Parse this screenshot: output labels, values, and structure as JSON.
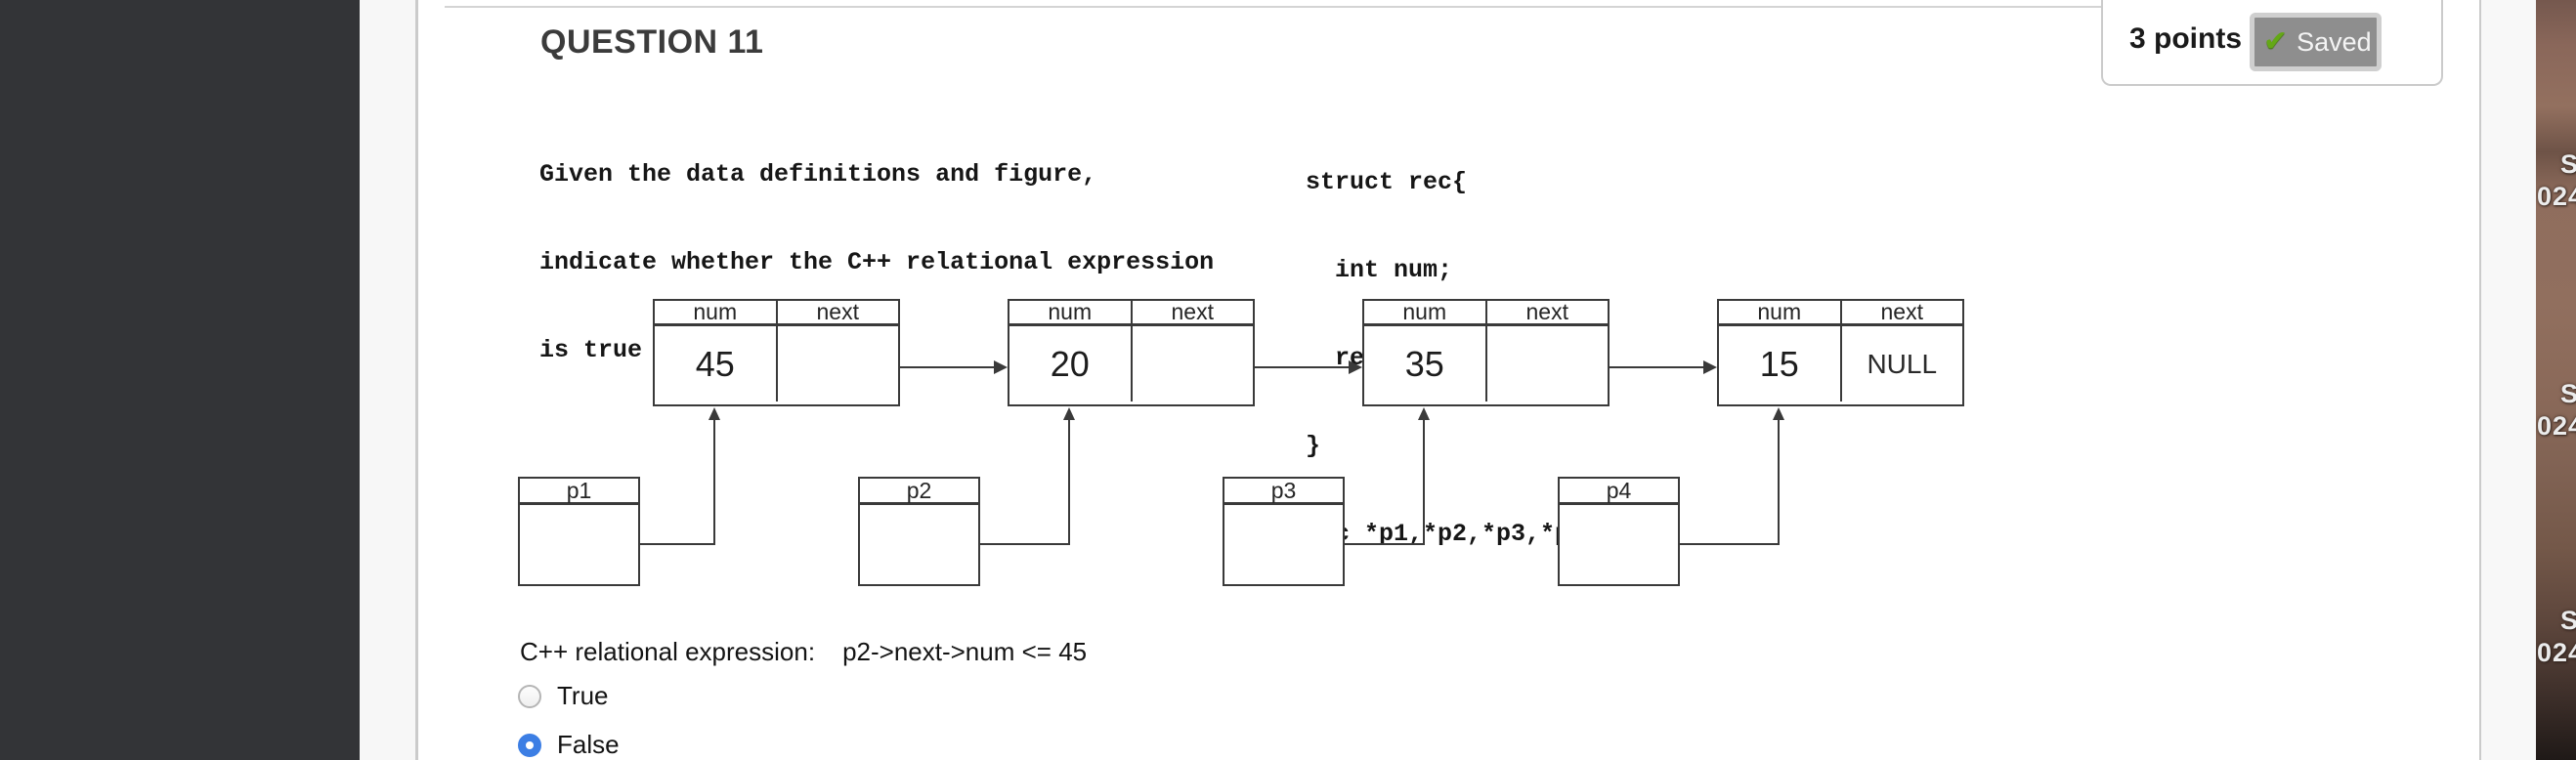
{
  "header": {
    "question_title": "QUESTION 11",
    "points_label": "3 points",
    "saved_status": "Saved",
    "saved_check_icon": "✔"
  },
  "question": {
    "prompt_lines": [
      "Given the data definitions and figure,",
      "indicate whether the C++ relational expression",
      "is true or false:"
    ],
    "code_lines": [
      "struct rec{",
      "  int num;",
      "  rec *next;",
      "}",
      "rec *p1,*p2,*p3,*p4;"
    ]
  },
  "diagram": {
    "field_headers": {
      "num": "num",
      "next": "next"
    },
    "nodes": [
      {
        "num": "45",
        "next": ""
      },
      {
        "num": "20",
        "next": ""
      },
      {
        "num": "35",
        "next": ""
      },
      {
        "num": "15",
        "next": "NULL"
      }
    ],
    "pointers": [
      {
        "label": "p1"
      },
      {
        "label": "p2"
      },
      {
        "label": "p3"
      },
      {
        "label": "p4"
      }
    ]
  },
  "answer": {
    "expression_label": "C++ relational expression:",
    "expression": "p2->next->num <= 45",
    "options": [
      {
        "label": "True",
        "selected": false
      },
      {
        "label": "False",
        "selected": true
      }
    ]
  },
  "watermark": {
    "line1": "S",
    "line2": "024"
  },
  "colors": {
    "radio_selected": "#3c7ee4",
    "saved_badge_bg": "#8e8e8e",
    "saved_check_green": "#64a816",
    "sidebar_dark": "#333437"
  }
}
